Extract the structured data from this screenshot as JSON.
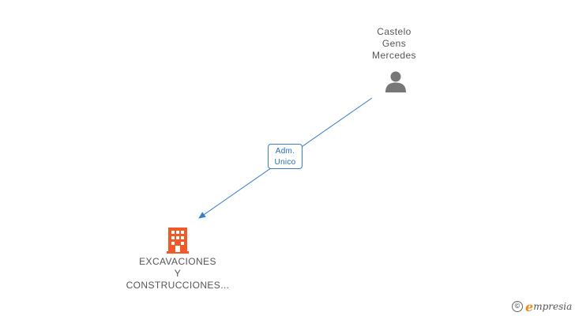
{
  "person": {
    "name_lines": [
      "Castelo",
      "Gens",
      "Mercedes"
    ],
    "icon": "person-icon"
  },
  "company": {
    "name_lines": [
      "EXCAVACIONES",
      "Y",
      "CONSTRUCCIONES..."
    ],
    "icon": "building-icon"
  },
  "relation": {
    "role_lines": [
      "Adm.",
      "Unico"
    ]
  },
  "brand": {
    "symbol": "©",
    "initial": "e",
    "rest": "mpresia"
  },
  "colors": {
    "edge": "#3a7dc9",
    "building": "#f05a28",
    "person": "#777777",
    "label": "#555555"
  }
}
